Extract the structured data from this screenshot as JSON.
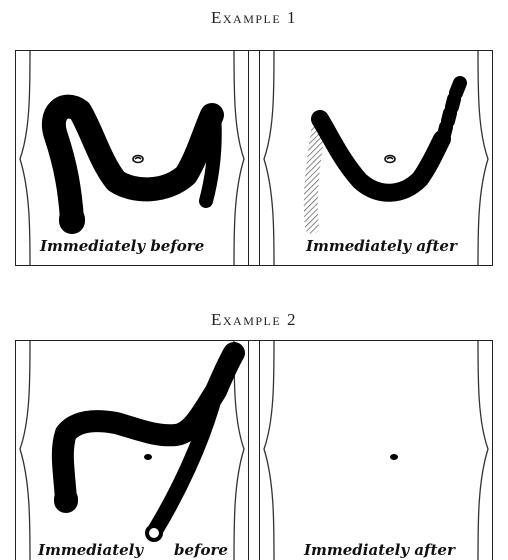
{
  "example1": {
    "heading": "Example 1",
    "before_caption": "Immediately before",
    "after_caption": "Immediately after"
  },
  "example2": {
    "heading": "Example 2",
    "before_caption_part1": "Immediately",
    "before_caption_part2": "before",
    "after_caption": "Immediately after"
  },
  "colors": {
    "ink": "#000000",
    "line": "#222222",
    "paper": "#ffffff",
    "hatch": "#555555"
  }
}
